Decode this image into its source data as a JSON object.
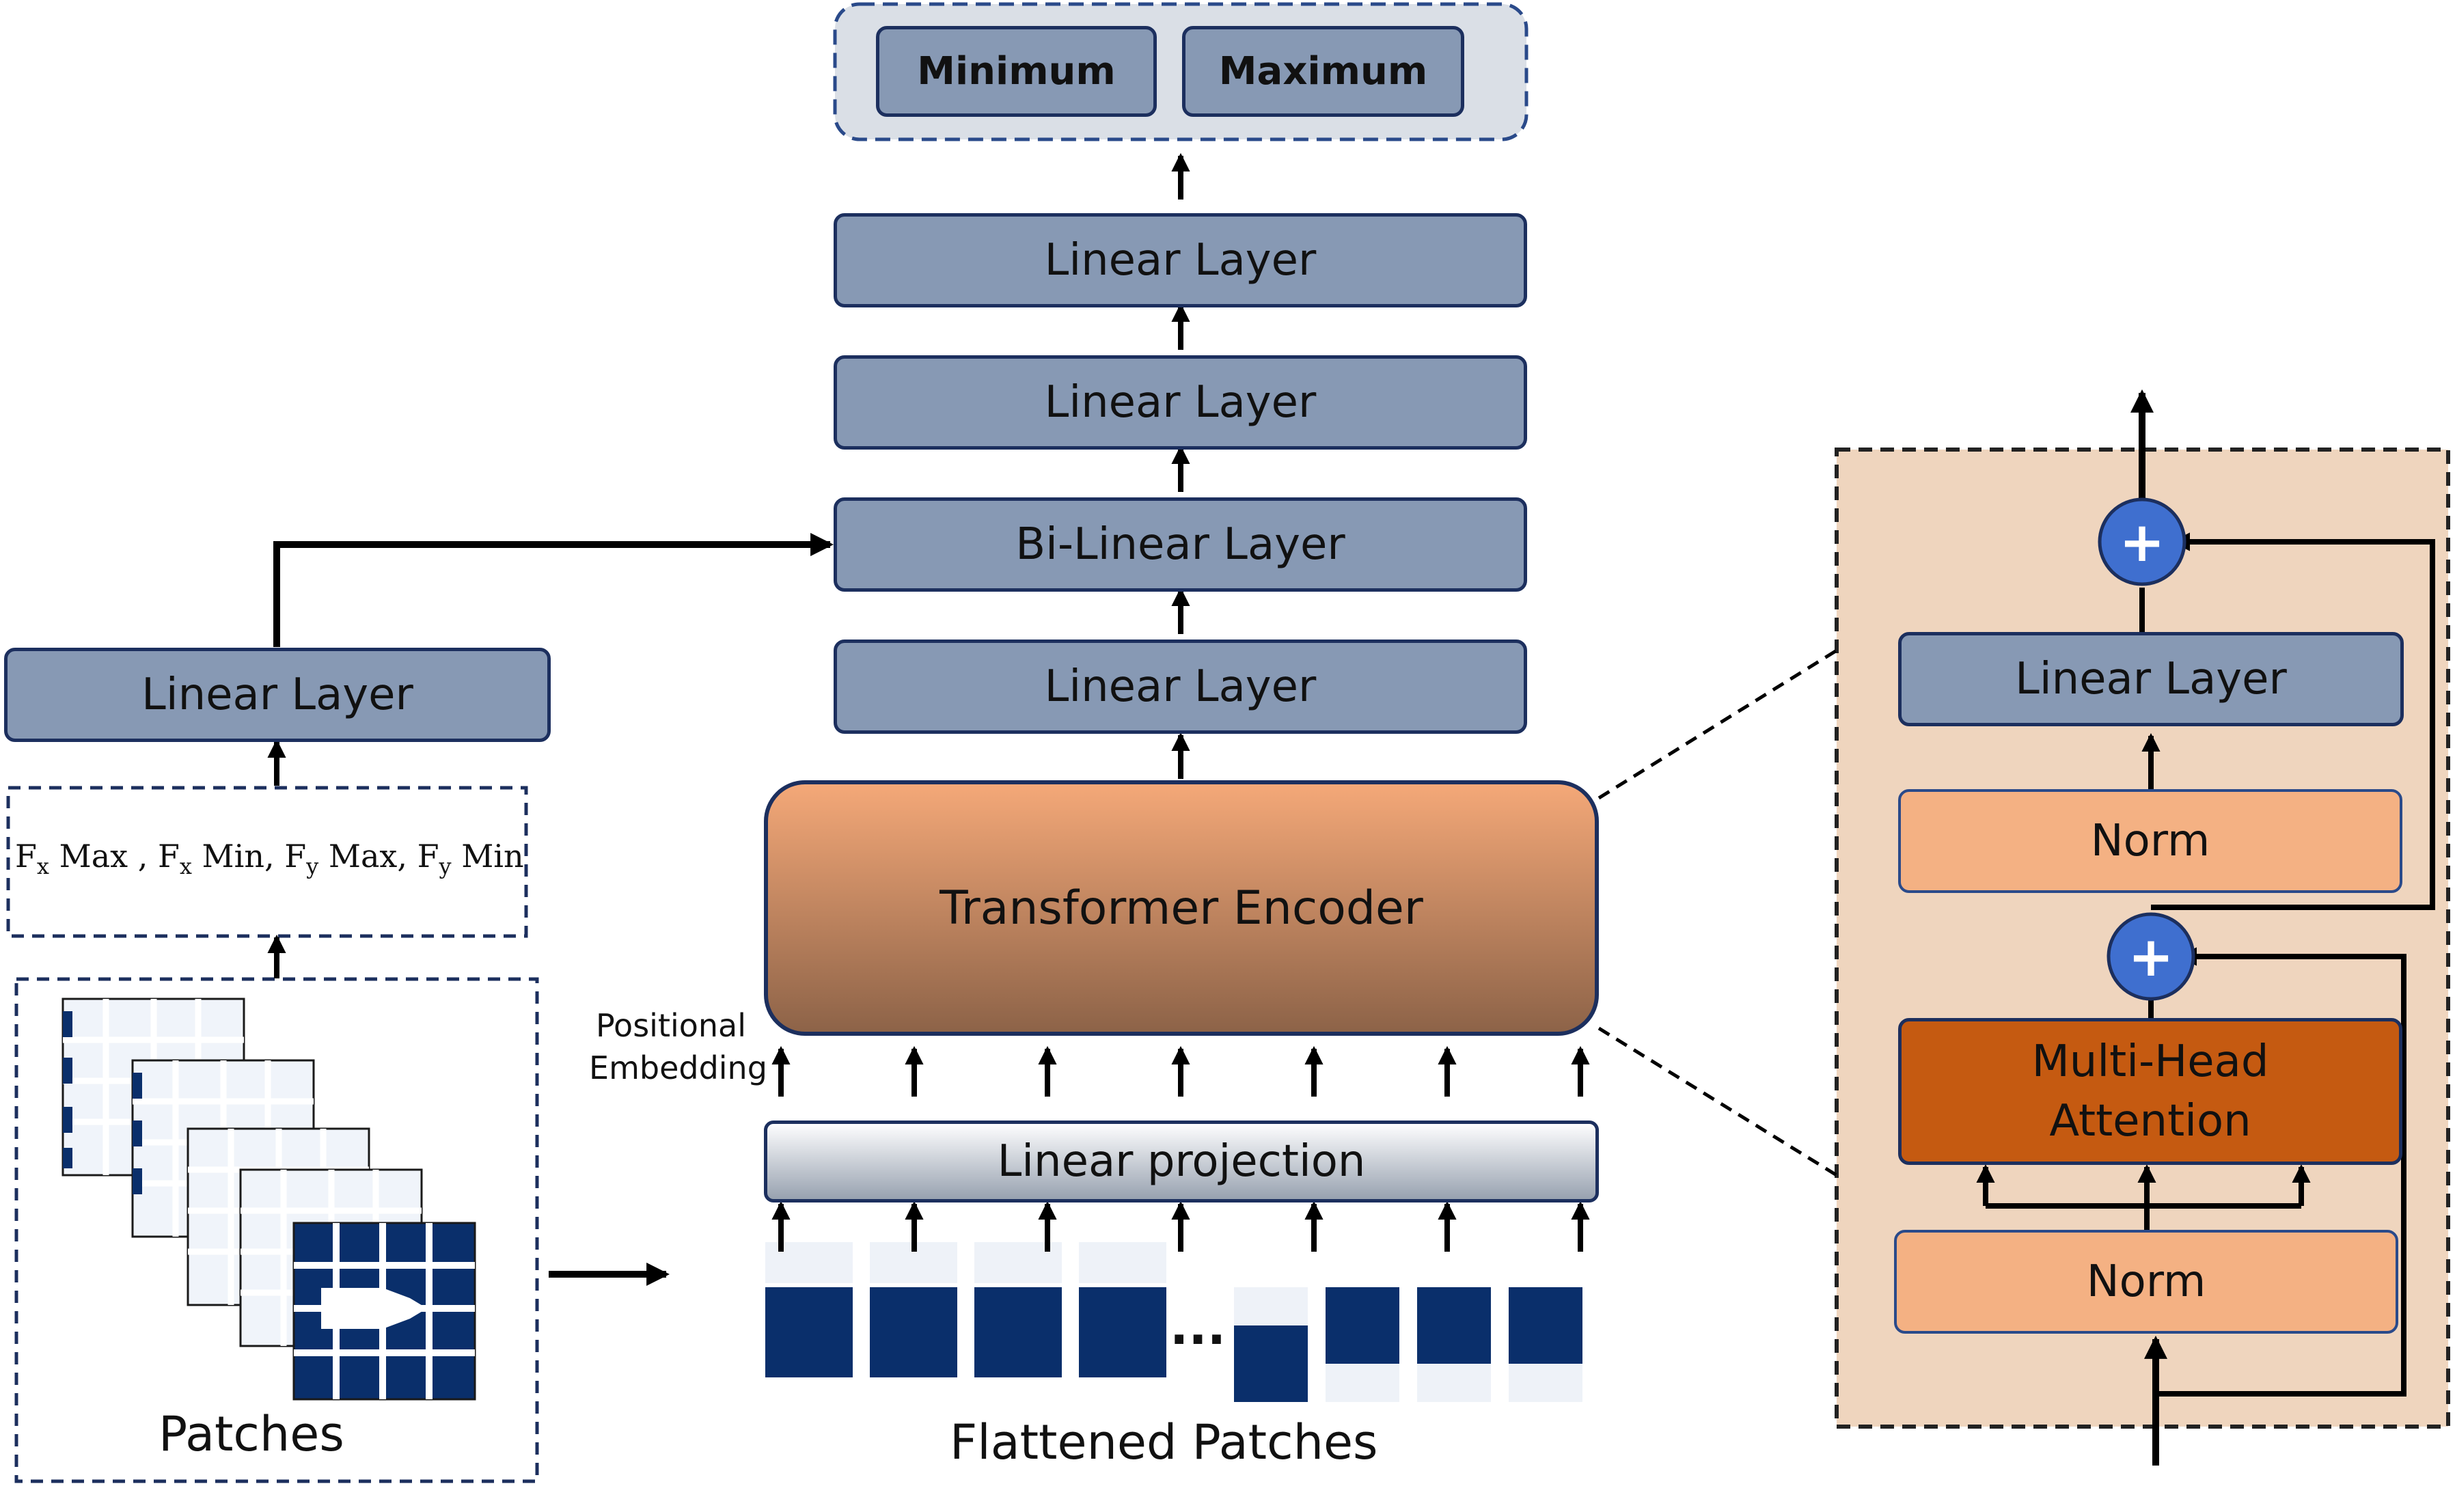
{
  "outputs": {
    "minimum": "Minimum",
    "maximum": "Maximum"
  },
  "center": {
    "linear_layer_top": "Linear Layer",
    "linear_layer_2": "Linear Layer",
    "bilinear_layer": "Bi-Linear Layer",
    "linear_layer_3": "Linear Layer",
    "transformer_encoder": "Transformer Encoder",
    "positional_embedding_line1": "Positional",
    "positional_embedding_line2": "Embedding",
    "linear_projection": "Linear projection",
    "ellipsis": "...",
    "flattened_patches": "Flattened Patches"
  },
  "left": {
    "linear_layer": "Linear Layer",
    "features": {
      "F": "F",
      "x": "x",
      "y": "y",
      "max": "Max",
      "min": "Min"
    },
    "patches": "Patches"
  },
  "detail": {
    "linear_layer": "Linear Layer",
    "norm_top": "Norm",
    "mha_line1": "Multi-Head",
    "mha_line2": "Attention",
    "norm_bottom": "Norm",
    "plus_symbol": "+"
  },
  "colors": {
    "navy": "#0a2f6b",
    "layer_blue": "#8799b4",
    "norm_orange": "#f4b183",
    "attention_orange": "#c55a11",
    "detail_background": "#efd5be",
    "plus_circle": "#3f6fcf"
  }
}
